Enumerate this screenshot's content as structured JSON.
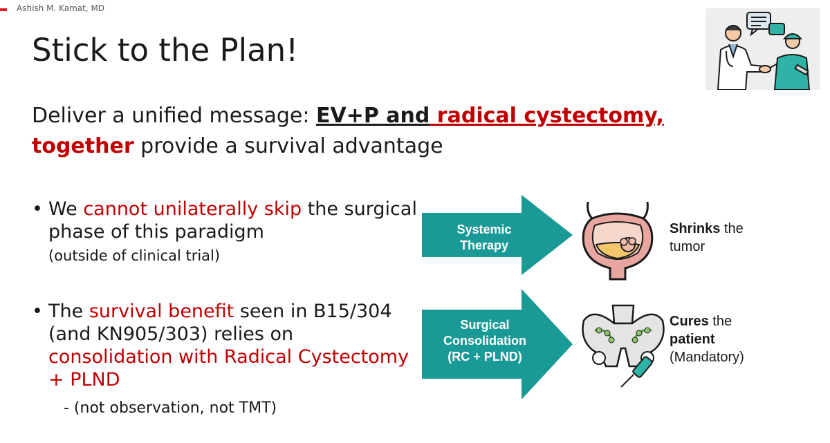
{
  "header": {
    "author": "Ashish M. Kamat, MD"
  },
  "title": "Stick to the Plan!",
  "subtitle": {
    "part1": "Deliver a unified message: ",
    "bold_underlined": "EV+P and",
    "red_underlined": " radical cystectomy,",
    "red_bold": "together",
    "part2": " provide a survival advantage"
  },
  "bullets": [
    {
      "t1": "We ",
      "r1": "cannot unilaterally skip",
      "t2": " the surgical phase of this paradigm",
      "note": "(outside of clinical trial)"
    },
    {
      "t1": "The ",
      "r1": "survival benefit",
      "t2": " seen in B15/304 (and KN905/303) relies on ",
      "r2": "consolidation with Radical Cystectomy + PLND",
      "subpoint": "-  (not observation, not TMT)"
    }
  ],
  "diagram": {
    "arrow1": {
      "line1": "Systemic",
      "line2": "Therapy"
    },
    "result1": {
      "bold": "Shrinks",
      "rest": " the",
      "line2": "tumor"
    },
    "arrow2": {
      "line1": "Surgical",
      "line2": "Consolidation",
      "line3": "(RC + PLND)"
    },
    "result2": {
      "bold": "Cures",
      "rest": " the",
      "line2": "patient",
      "line3": "(Mandatory)"
    },
    "arrow_color": "#1a9a96"
  },
  "colors": {
    "accent_red": "#c00000",
    "teal": "#1a9a96"
  }
}
